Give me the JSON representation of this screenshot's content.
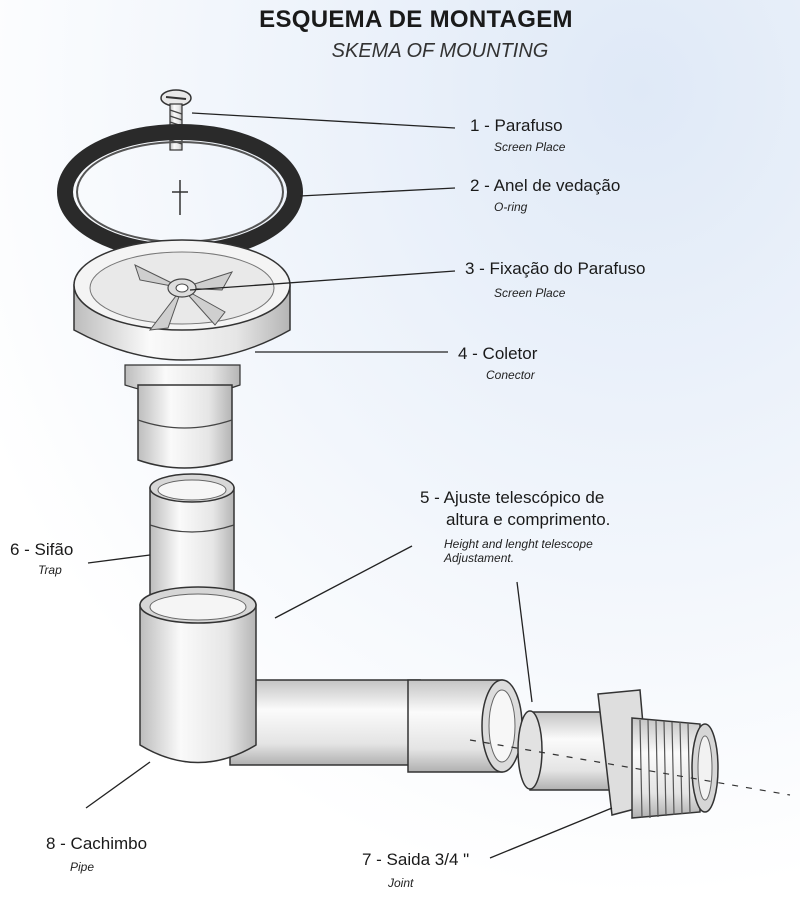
{
  "title": "ESQUEMA DE MONTAGEM",
  "subtitle": "SKEMA OF MOUNTING",
  "parts": [
    {
      "label": "1 - Parafuso",
      "sub": "Screen Place"
    },
    {
      "label": "2 - Anel de vedação",
      "sub": "O-ring"
    },
    {
      "label": "3 - Fixação do Parafuso",
      "sub": "Screen Place"
    },
    {
      "label": "4 - Coletor",
      "sub": "Conector"
    },
    {
      "label": "5 - Ajuste telescópico de",
      "label2": "altura e comprimento.",
      "sub": "Height and lenght telescope",
      "sub2": "Adjustament."
    },
    {
      "label": "6 - Sifão",
      "sub": "Trap"
    },
    {
      "label": "7 - Saida 3/4 \"",
      "sub": "Joint"
    },
    {
      "label": "8 - Cachimbo",
      "sub": "Pipe"
    }
  ],
  "colors": {
    "pipe_fill": "#f2f2f2",
    "pipe_shade": "#cfcfcf",
    "outline": "#333333",
    "ring": "#2a2a2a",
    "background_tint": "#dfe9f7"
  }
}
